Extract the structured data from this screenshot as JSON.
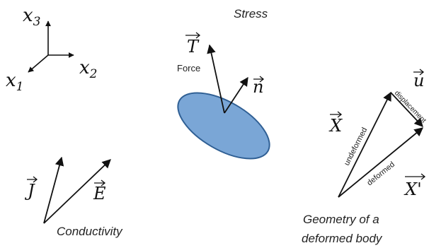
{
  "colors": {
    "ink": "#111111",
    "ellipse_fill": "#7aa6d6",
    "ellipse_stroke": "#2f5f94"
  },
  "axes": {
    "x1": "x",
    "x1_sub": "1",
    "x2": "x",
    "x2_sub": "2",
    "x3": "x",
    "x3_sub": "3"
  },
  "stress": {
    "caption": "Stress",
    "T_label": "T",
    "n_label": "n",
    "force_label": "Force"
  },
  "conductivity": {
    "caption": "Conductivity",
    "J_label": "J",
    "E_label": "E"
  },
  "deformation": {
    "X_label": "X",
    "Xprime_label": "X'",
    "u_label": "u",
    "undeformed_label": "undeformed",
    "displacement_label": "displacement",
    "deformed_label": "deformed",
    "caption_line1": "Geometry of a",
    "caption_line2": "deformed body"
  }
}
